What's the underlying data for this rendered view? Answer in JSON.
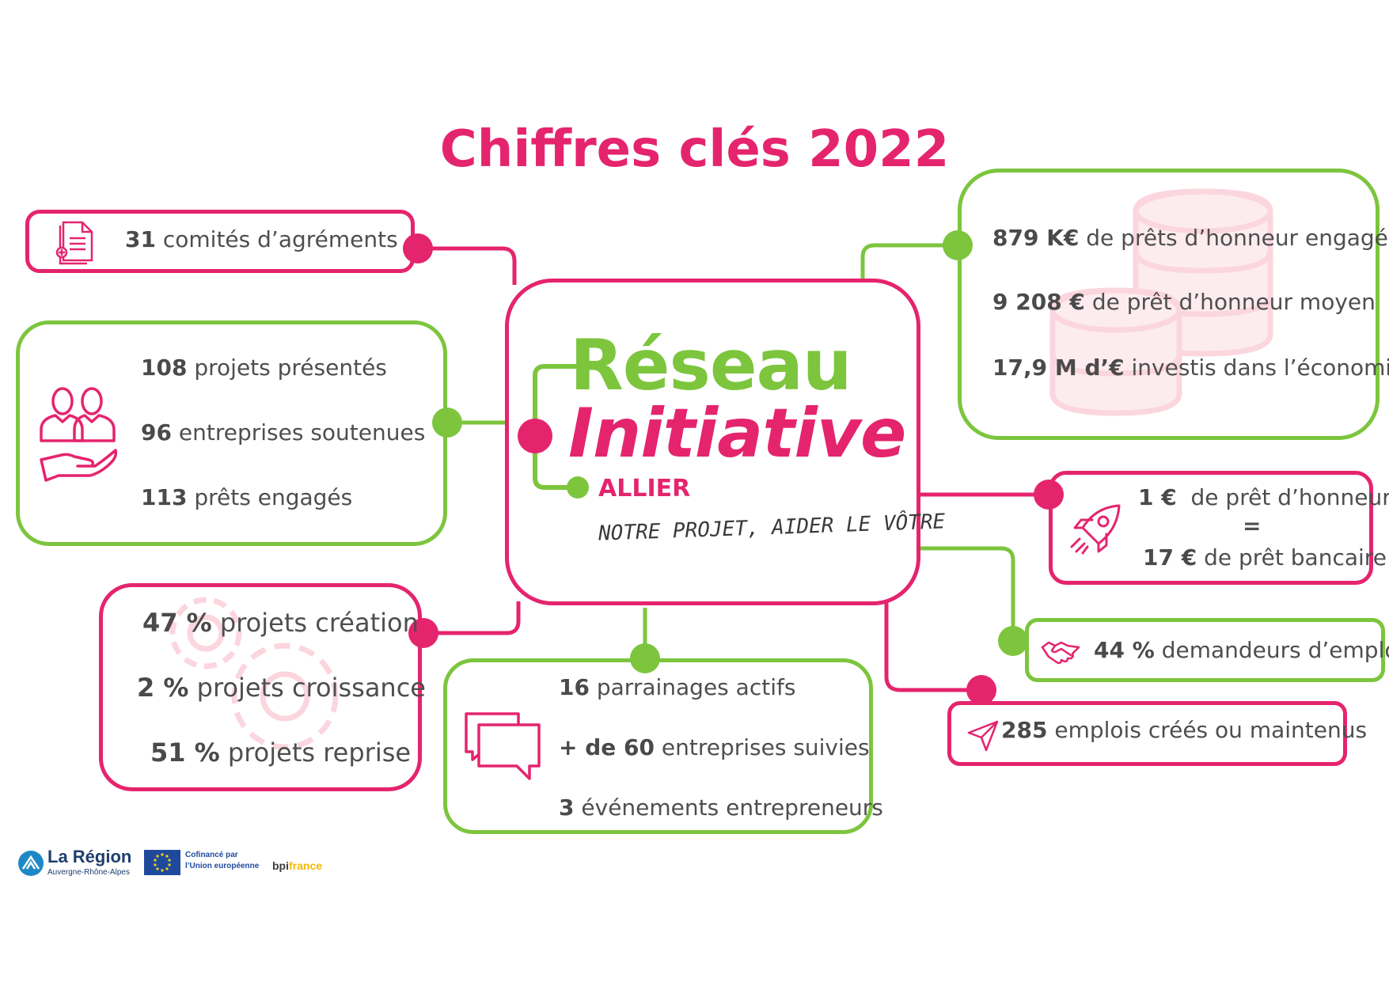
{
  "title": "Chiffres clés 2022",
  "logo": {
    "line1": "Réseau",
    "line2": "Initiative",
    "location": "ALLIER",
    "tagline": "NOTRE PROJET, AIDER LE VÔTRE"
  },
  "comites": {
    "value": "31",
    "text": "comités d’agréments"
  },
  "projets": [
    {
      "value": "108",
      "text": "projets présentés"
    },
    {
      "value": "96",
      "text": "entreprises soutenues"
    },
    {
      "value": "113",
      "text": "prêts engagés"
    }
  ],
  "types": [
    {
      "value": "47 %",
      "text": "projets création"
    },
    {
      "value": "2 %",
      "text": "projets croissance"
    },
    {
      "value": "51 %",
      "text": "projets reprise"
    }
  ],
  "parrainages": [
    {
      "value": "16",
      "text": "parrainages actifs"
    },
    {
      "value": "+ de 60",
      "text": "entreprises suivies"
    },
    {
      "value": "3",
      "text": "événements entrepreneurs"
    }
  ],
  "prets": [
    {
      "value": "879 K€",
      "text": "de prêts d’honneur engagés"
    },
    {
      "value": "9 208 €",
      "text": "de prêt d’honneur moyen"
    },
    {
      "value": "17,9 M d’€",
      "text": "investis dans l’économie"
    }
  ],
  "levier": {
    "v1": "1 €",
    "t1": "de prêt d’honneur",
    "eq": "=",
    "v2": "17 €",
    "t2": "de prêt bancaire"
  },
  "demandeurs": {
    "value": "44 %",
    "text": "demandeurs d’emplois"
  },
  "emplois": {
    "value": "285",
    "text": "emplois créés ou maintenus"
  },
  "footer": {
    "region_name": "La Région",
    "region_sub": "Auvergne-Rhône-Alpes",
    "eu_line1": "Cofinancé par",
    "eu_line2": "l’Union européenne",
    "bpi_a": "bpi",
    "bpi_b": "france"
  },
  "colors": {
    "pink": "#e5246e",
    "green": "#7cc53d",
    "text": "#4a4a4a"
  }
}
